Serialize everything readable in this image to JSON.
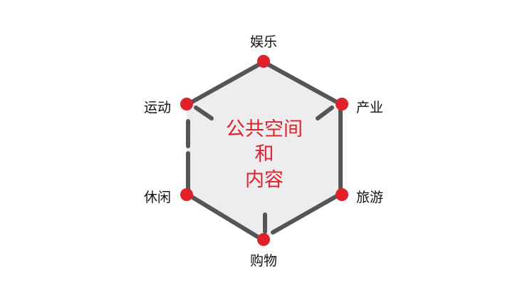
{
  "diagram": {
    "center_lines": [
      "公共空间",
      "和",
      "内容"
    ],
    "nodes": [
      {
        "label": "娱乐"
      },
      {
        "label": "产业"
      },
      {
        "label": "旅游"
      },
      {
        "label": "购物"
      },
      {
        "label": "休闲"
      },
      {
        "label": "运动"
      }
    ],
    "colors": {
      "hex_fill": "#ededef",
      "hex_stroke": "#555555",
      "node_dot": "#e0202a",
      "center_text": "#e0202a",
      "label_text": "#111111"
    }
  }
}
